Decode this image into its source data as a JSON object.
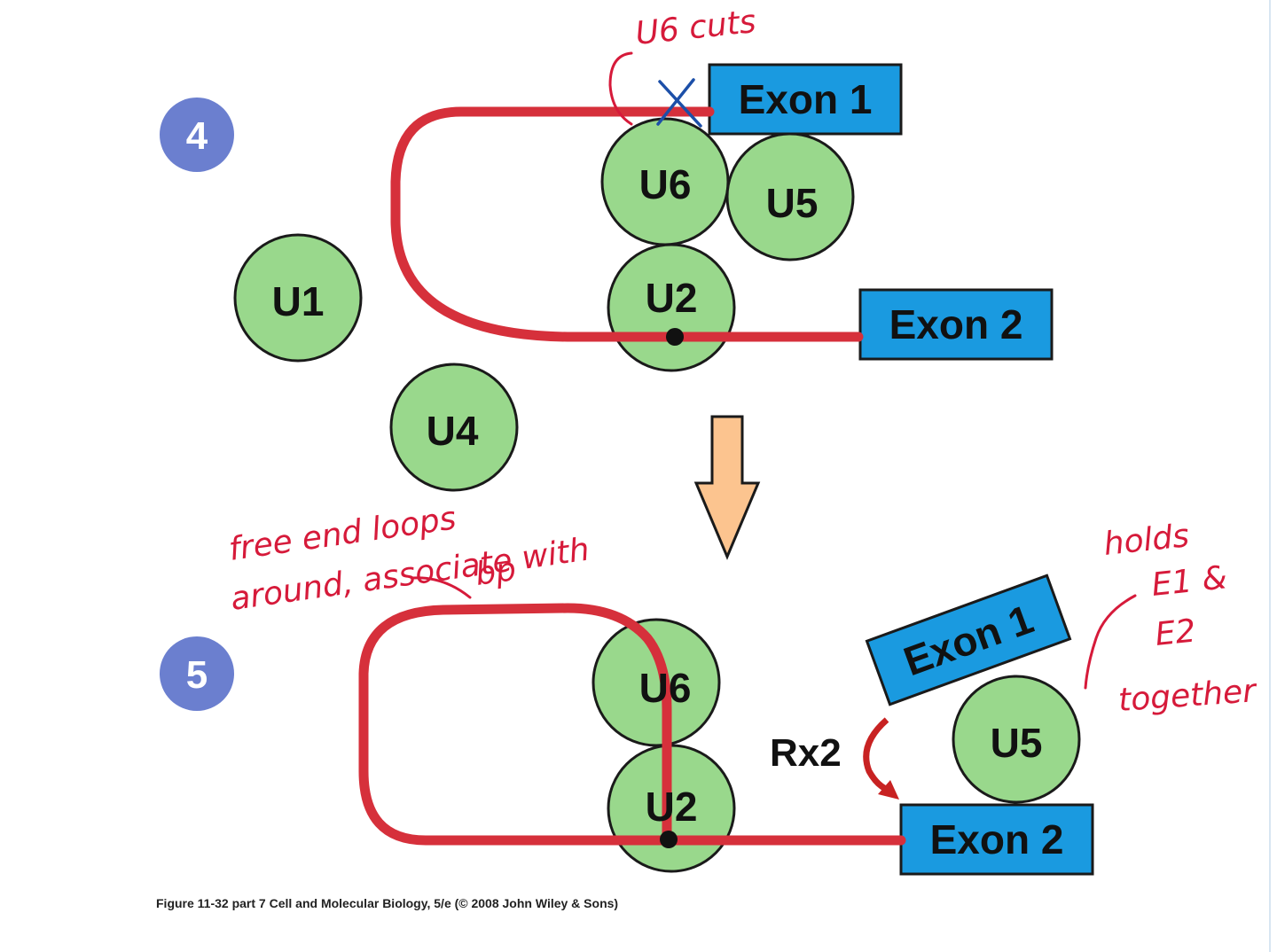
{
  "steps": {
    "step4": "4",
    "step5": "5"
  },
  "snrnps": {
    "u1": "U1",
    "u2": "U2",
    "u4": "U4",
    "u5": "U5",
    "u6": "U6"
  },
  "exons": {
    "exon1": "Exon 1",
    "exon2": "Exon 2"
  },
  "reaction_label": "Rx2",
  "annotations": {
    "u6_cuts": "U6 cuts",
    "free_end_line1": "free end loops",
    "free_end_line2": "around, associate with",
    "free_end_line3": "bp",
    "holds_line1": "holds",
    "holds_line2": "E1 &",
    "holds_line3": "E2",
    "holds_line4": "together"
  },
  "caption": "Figure 11-32 part 7  Cell and Molecular Biology, 5/e (© 2008 John Wiley & Sons)",
  "colors": {
    "rna": "#d6303b",
    "snrnp_fill": "#99d88c",
    "exon_fill": "#1a9ae0",
    "step_badge": "#6b7fcf",
    "arrow_fill": "#fcc48f",
    "handwriting": "#d61a3a",
    "cut_mark": "#1c4fa8"
  }
}
